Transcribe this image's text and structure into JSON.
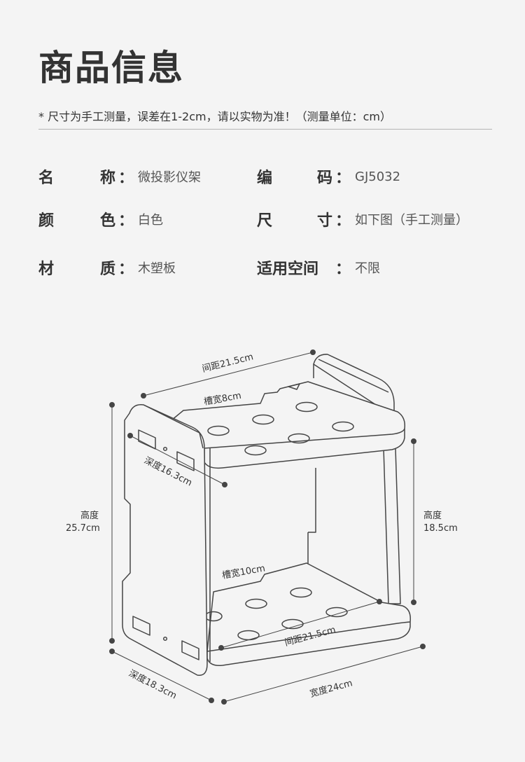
{
  "header": {
    "title": "商品信息",
    "note": "* 尺寸为手工测量，误差在1-2cm，请以实物为准！（测量单位：cm）"
  },
  "specs": [
    {
      "label_chars": [
        "名",
        "称"
      ],
      "value": "微投影仪架"
    },
    {
      "label_chars": [
        "编",
        "码"
      ],
      "value": "GJ5032"
    },
    {
      "label_chars": [
        "颜",
        "色"
      ],
      "value": "白色"
    },
    {
      "label_chars": [
        "尺",
        "寸"
      ],
      "value": "如下图（手工测量）"
    },
    {
      "label_chars": [
        "材",
        "质"
      ],
      "value": "木塑板"
    },
    {
      "label_chars": [
        "适用空间"
      ],
      "value": "不限"
    }
  ],
  "colon": "：",
  "diagram": {
    "top_spacing": "间距21.5cm",
    "top_slot": "槽宽8cm",
    "depth_top": "深度16.3cm",
    "height_left_1": "高度",
    "height_left_2": "25.7cm",
    "height_right_1": "高度",
    "height_right_2": "18.5cm",
    "bottom_slot": "槽宽10cm",
    "bottom_spacing": "间距21.5cm",
    "depth_bottom": "深度18.3cm",
    "width": "宽度24cm"
  }
}
